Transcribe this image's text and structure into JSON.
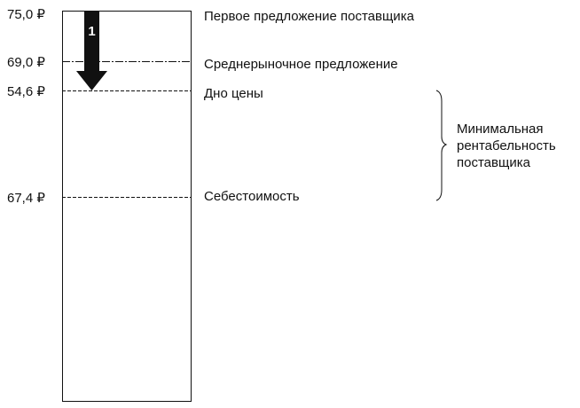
{
  "levels": [
    {
      "price": "75,0 ₽",
      "label": "Первое предложение поставщика"
    },
    {
      "price": "69,0 ₽",
      "label": "Среднерыночное предложение"
    },
    {
      "price": "54,6 ₽",
      "label": "Дно цены"
    },
    {
      "price": "67,4 ₽",
      "label": "Себестоимость"
    }
  ],
  "arrow": {
    "number": "1"
  },
  "brace": {
    "lines": [
      "Минимальная",
      "рентабельность",
      "поставщика"
    ]
  }
}
